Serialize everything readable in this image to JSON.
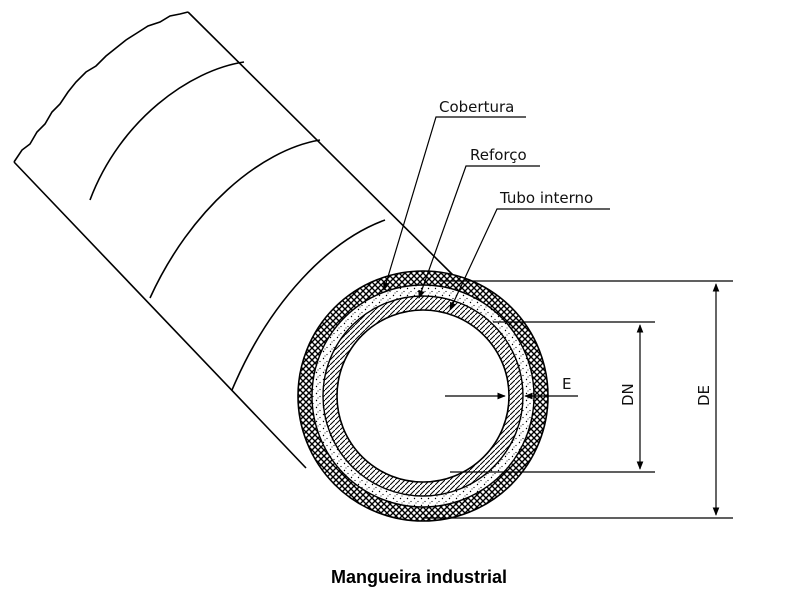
{
  "diagram": {
    "labels": {
      "cover": "Cobertura",
      "reinforcement": "Reforço",
      "inner_tube": "Tubo interno",
      "thickness": "E",
      "nominal_diameter": "DN",
      "outer_diameter": "DE"
    }
  },
  "caption": "Mangueira industrial"
}
